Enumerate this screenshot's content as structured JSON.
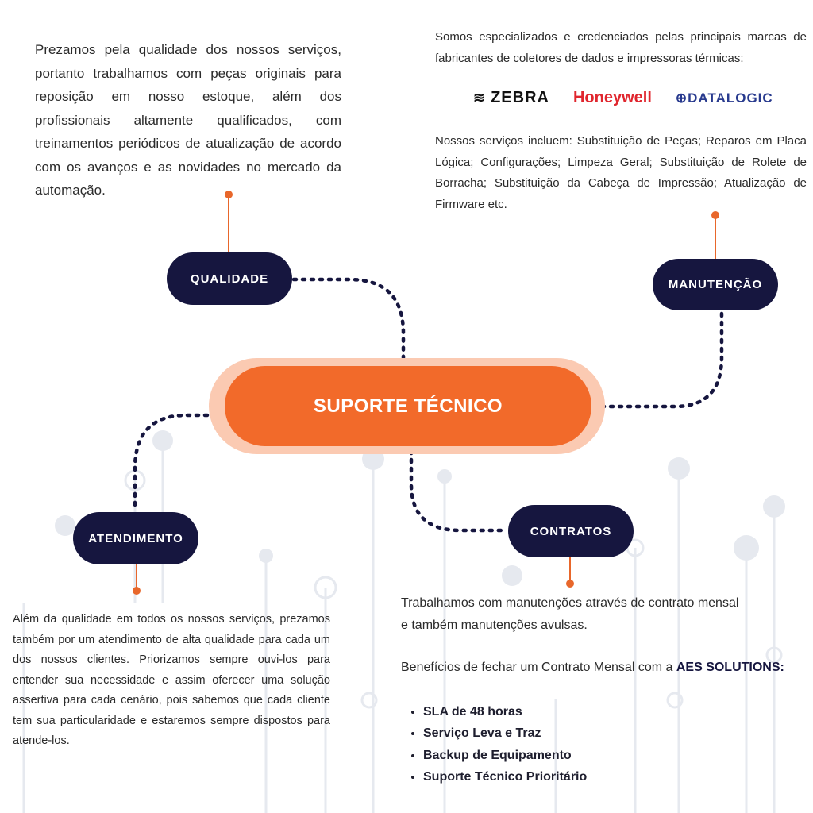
{
  "top_left_text": "Prezamos pela qualidade dos nossos serviços, portanto trabalhamos com peças originais para reposição em nosso estoque, além dos profissionais altamente qualificados, com treinamentos periódicos de atualização de acordo com os avanços e as novidades no mercado da automação.",
  "top_right_text": "Somos especializados e credenciados pelas principais marcas de fabricantes de coletores de dados e impressoras térmicas:",
  "brands": [
    "ZEBRA",
    "Honeywell",
    "DATALOGIC"
  ],
  "services_text": "Nossos serviços incluem: Substituição de Peças; Reparos em Placa Lógica; Configurações; Limpeza Geral; Substituição de Rolete de Borracha; Substituição da Cabeça de Impressão; Atualização de Firmware etc.",
  "center_label": "SUPORTE TÉCNICO",
  "nodes": {
    "qualidade": "QUALIDADE",
    "manutencao": "MANUTENÇÃO",
    "atendimento": "ATENDIMENTO",
    "contratos": "CONTRATOS"
  },
  "atendimento_text": "Além da qualidade em todos os nossos serviços, prezamos também por um atendimento de alta qualidade para cada um dos nossos clientes. Priorizamos sempre ouvi-los para entender sua necessidade e assim oferecer uma solução assertiva para cada cenário, pois sabemos que cada cliente tem sua particularidade e estaremos sempre dispostos para atende-los.",
  "contratos": {
    "line1": "Trabalhamos com manutenções através de contrato mensal",
    "line2": "e também manutenções avulsas.",
    "benefits_prefix": "Benefícios de fechar um Contrato Mensal com a ",
    "company": "AES SOLUTIONS:",
    "benefits": [
      "SLA de 48 horas",
      "Serviço Leva e Traz",
      "Backup de Equipamento",
      "Suporte Técnico Prioritário"
    ]
  },
  "colors": {
    "navy": "#16163f",
    "orange": "#f26a2a",
    "glow": "#fbcab2"
  }
}
